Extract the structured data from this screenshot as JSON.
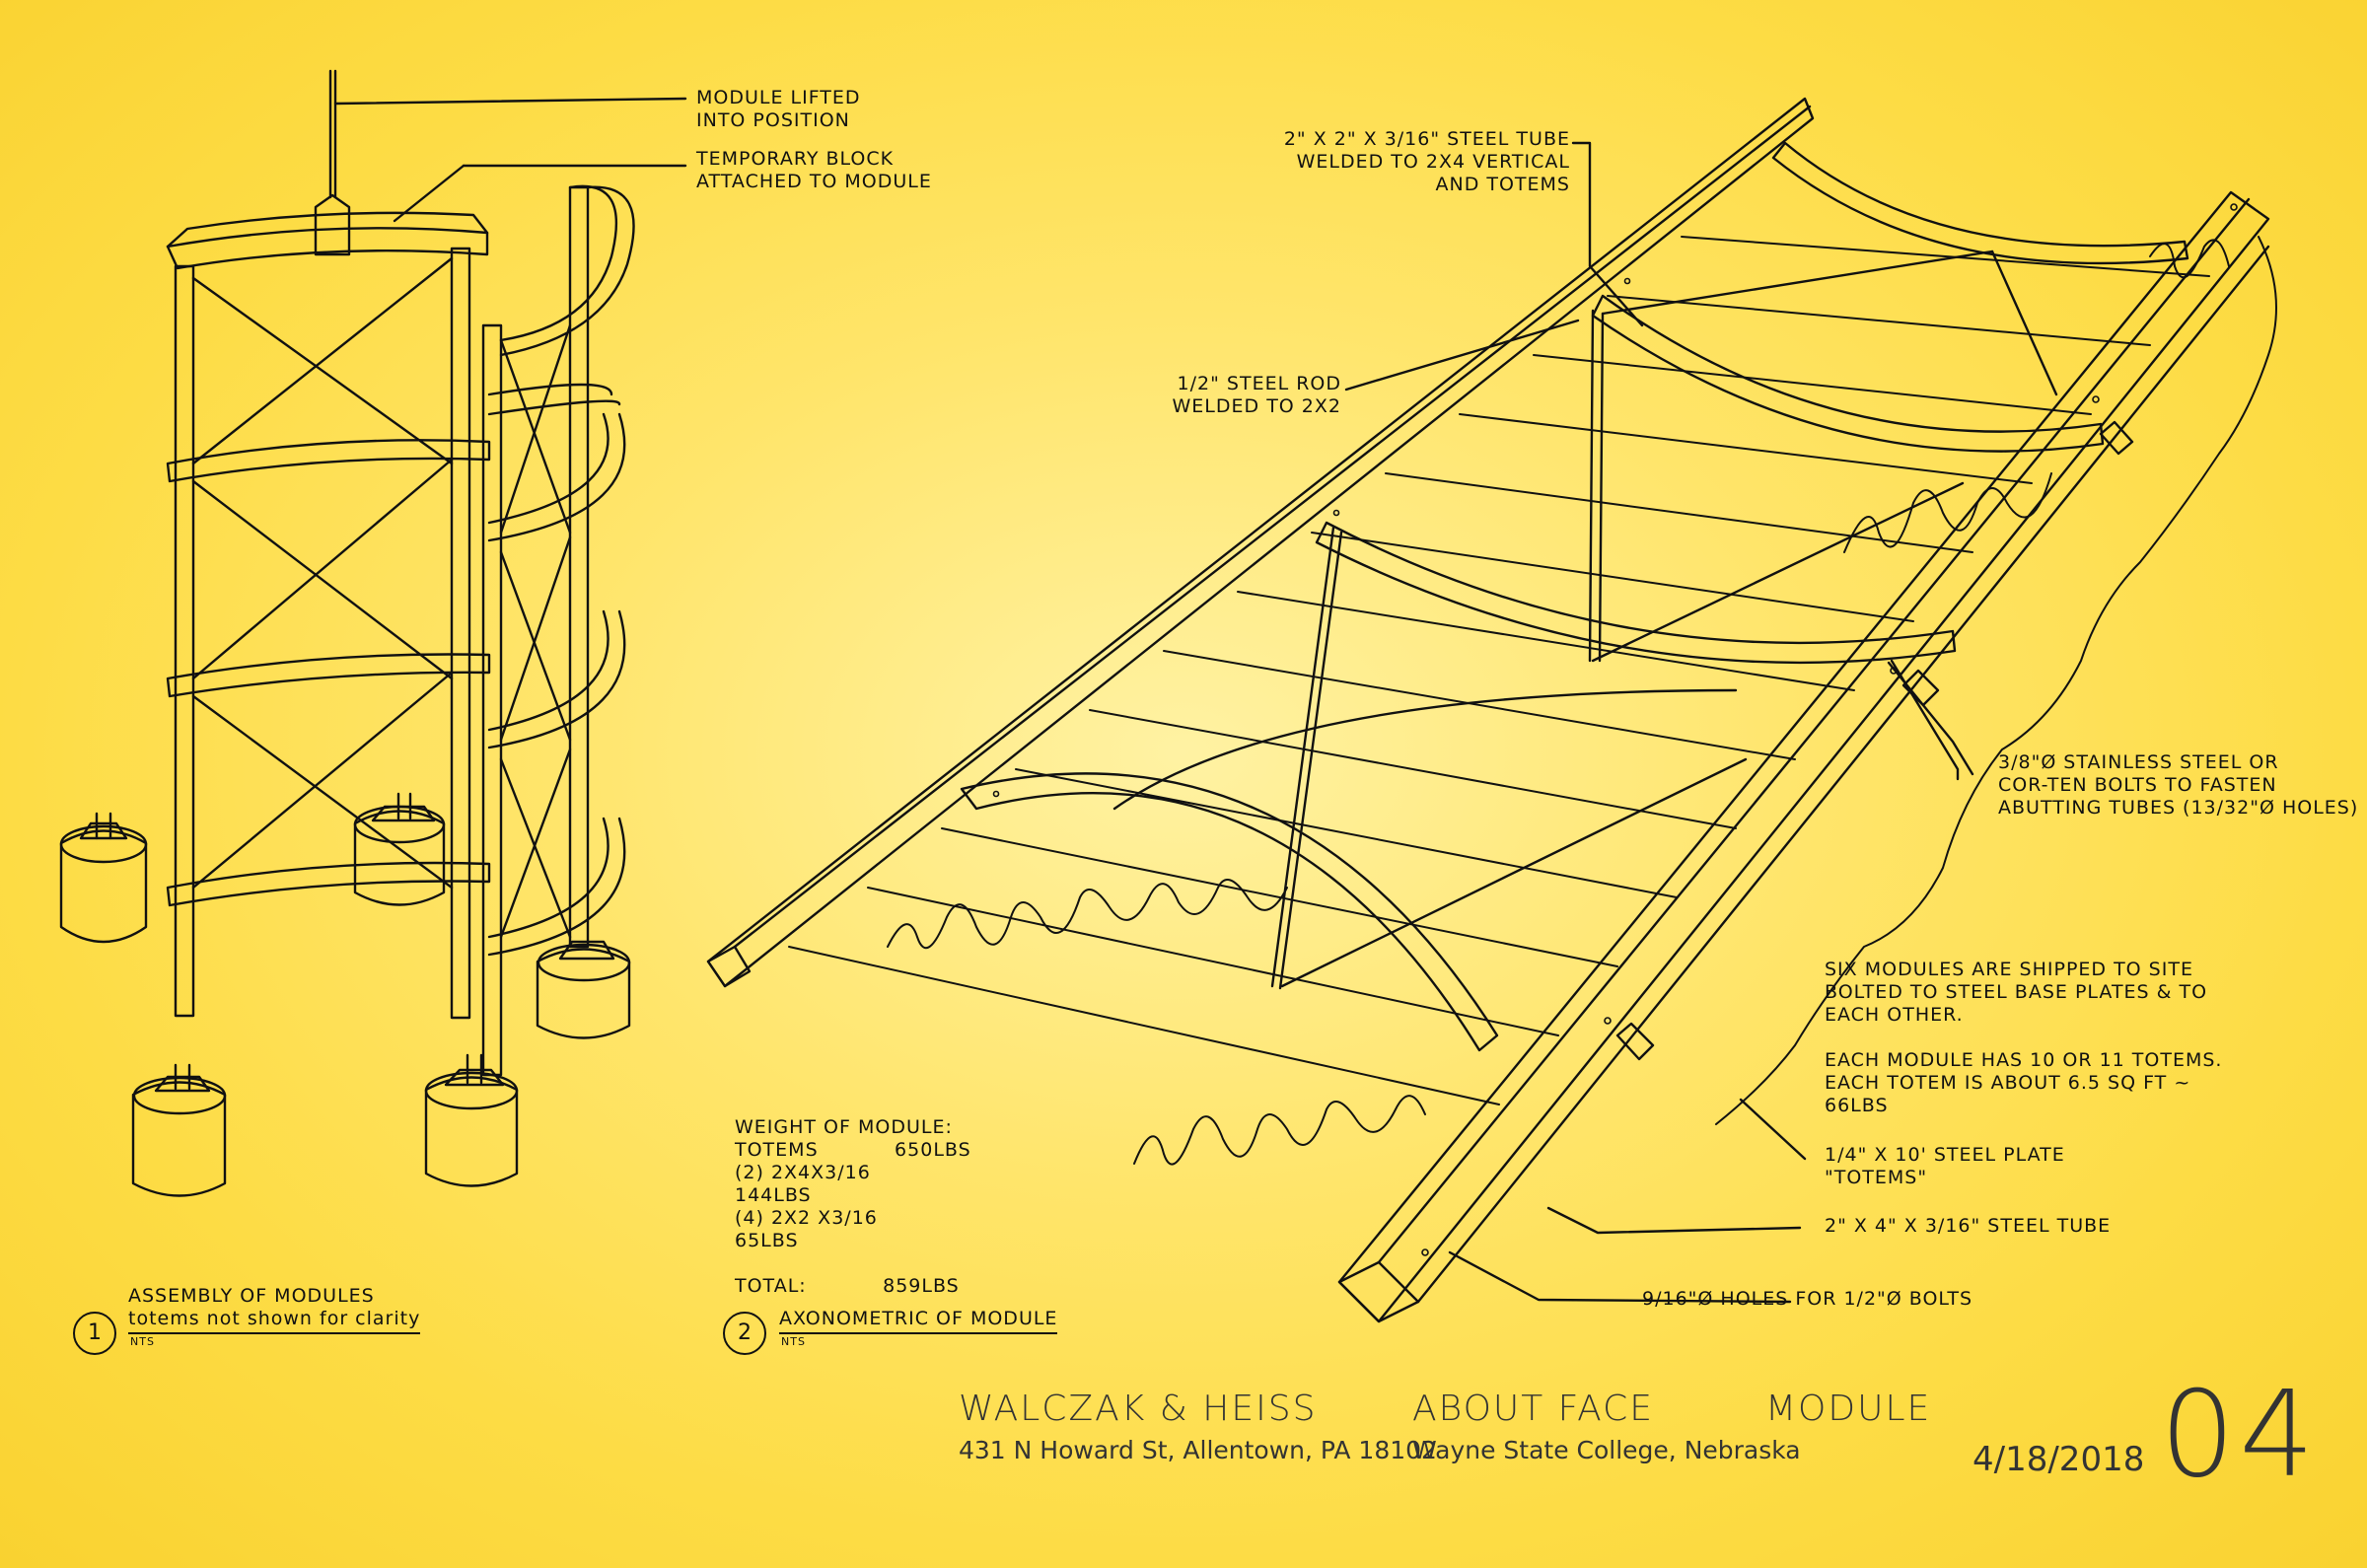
{
  "notes": {
    "module_lifted": "MODULE LIFTED\nINTO POSITION",
    "temp_block": "TEMPORARY BLOCK\nATTACHED TO MODULE",
    "steel_tube": "2\" X 2\" X 3/16\" STEEL TUBE\nWELDED TO 2X4 VERTICAL\nAND TOTEMS",
    "steel_rod": "1/2\" STEEL ROD\nWELDED TO 2X2",
    "bolts": "3/8\"Ø STAINLESS STEEL OR\nCOR-TEN BOLTS TO FASTEN\nABUTTING TUBES (13/32\"Ø HOLES)",
    "six_modules": "SIX MODULES ARE SHIPPED TO SITE\nBOLTED TO STEEL BASE PLATES & TO\nEACH OTHER.\n\nEACH MODULE HAS 10 OR 11 TOTEMS.\nEACH TOTEM IS ABOUT 6.5 SQ FT ~\n66LBS",
    "steel_plate": "1/4\" X 10' STEEL PLATE\n\"TOTEMS\"",
    "tube_2x4": "2\" X 4\" X 3/16\" STEEL TUBE",
    "holes": "9/16\"Ø HOLES FOR 1/2\"Ø BOLTS",
    "weight": "WEIGHT OF MODULE:\nTOTEMS           650LBS\n(2) 2X4X3/16\n144LBS\n(4) 2X2 X3/16\n65LBS\n\nTOTAL:           859LBS"
  },
  "captions": {
    "c1_num": "1",
    "c1_title": "ASSEMBLY OF MODULES",
    "c1_sub": "totems not shown for clarity",
    "c1_scale": "NTS",
    "c2_num": "2",
    "c2_title": "AXONOMETRIC OF MODULE",
    "c2_scale": "NTS"
  },
  "title_block": {
    "firm": "WALCZAK & HEISS",
    "address": "431 N Howard St, Allentown, PA 18102",
    "project": "ABOUT FACE",
    "location": "Wayne State College, Nebraska",
    "sheet_title": "MODULE",
    "date": "4/18/2018",
    "sheet_number": "04"
  },
  "colors": {
    "line": "#111111",
    "background": "#fde04f"
  }
}
